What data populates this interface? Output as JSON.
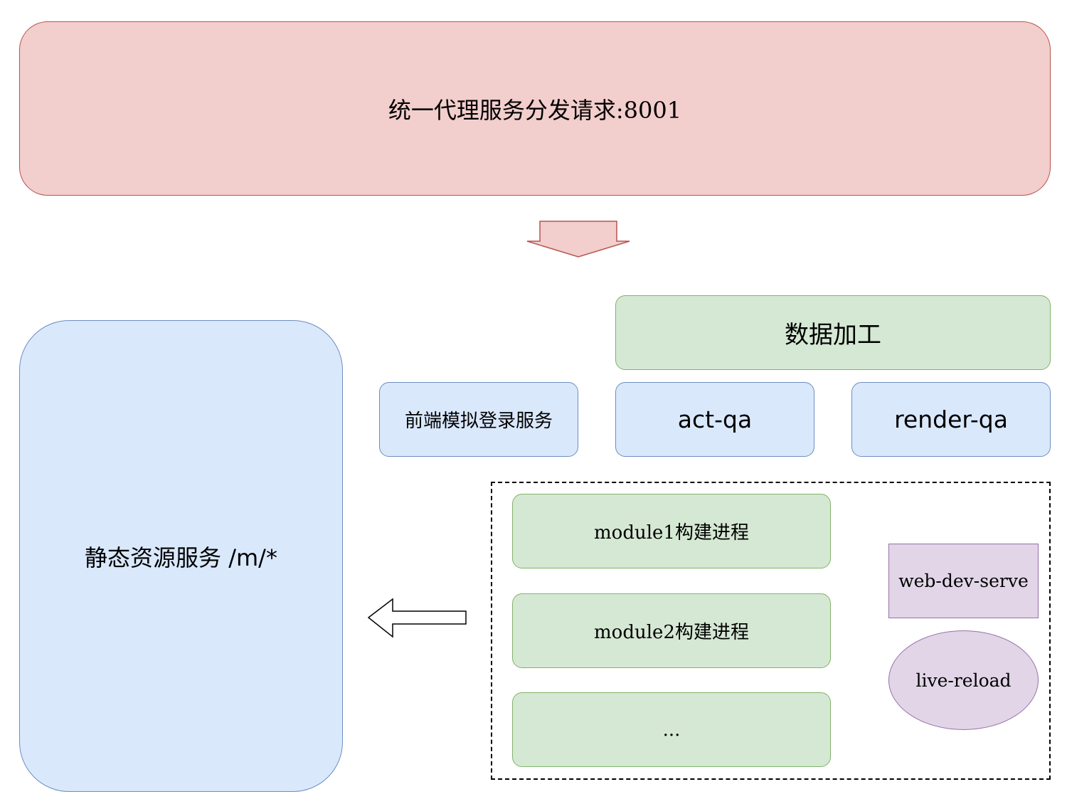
{
  "proxy": {
    "label": "统一代理服务分发请求:8001"
  },
  "static_service": {
    "label": "静态资源服务 /m/*"
  },
  "data_processing": {
    "label": "数据加工"
  },
  "frontend_login": {
    "label": "前端模拟登录服务"
  },
  "act_qa": {
    "label": "act-qa"
  },
  "render_qa": {
    "label": "render-qa"
  },
  "build_processes": [
    {
      "label": "module1构建进程"
    },
    {
      "label": "module2构建进程"
    },
    {
      "label": "..."
    }
  ],
  "web_dev_serve": {
    "label": "web-dev-serve"
  },
  "live_reload": {
    "label": "live-reload"
  },
  "colors": {
    "red_fill": "#f2cecc",
    "red_stroke": "#b85450",
    "blue_fill": "#dae8fc",
    "blue_stroke": "#6c8ebf",
    "green_fill": "#d5e8d4",
    "green_stroke": "#82b366",
    "purple_fill": "#e1d5e7",
    "purple_stroke": "#9673a6"
  }
}
